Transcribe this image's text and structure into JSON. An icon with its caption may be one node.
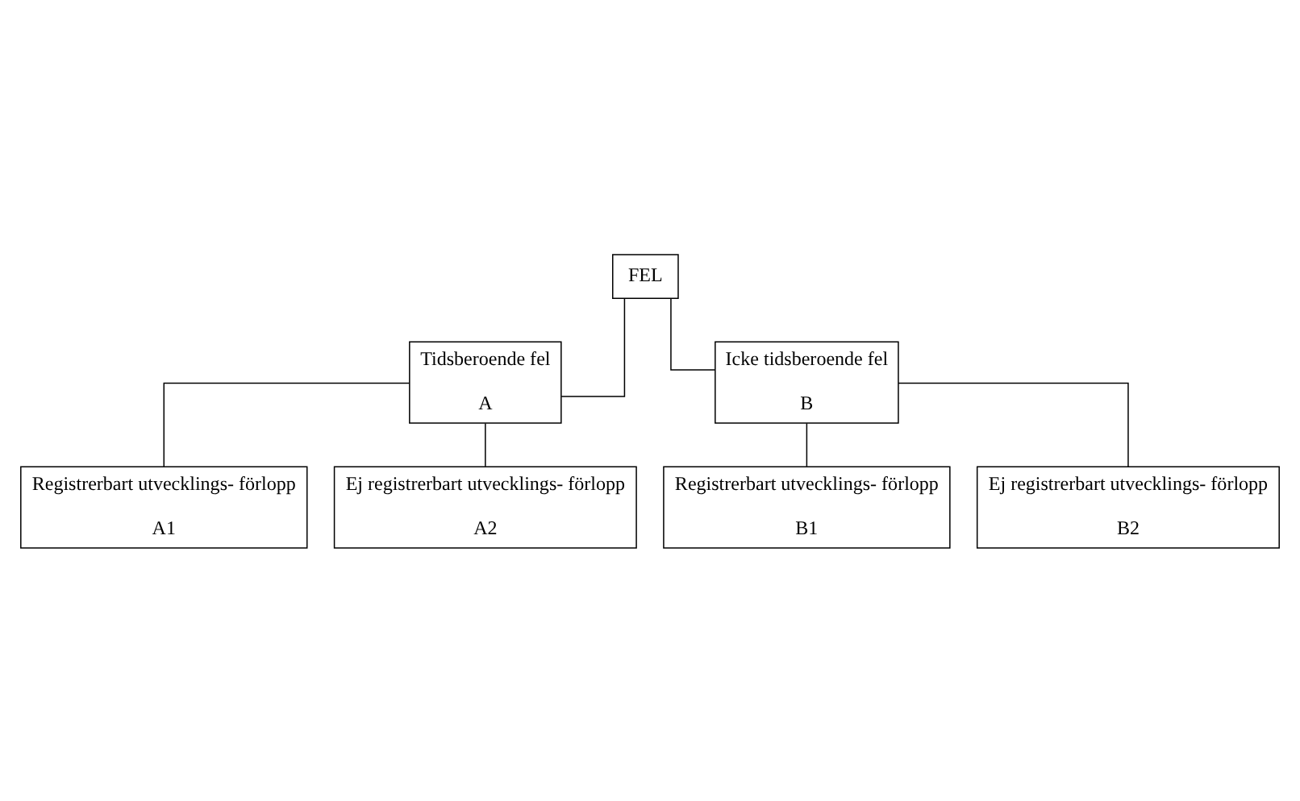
{
  "diagram": {
    "nodes": [
      {
        "text": [
          "FEL"
        ]
      },
      {
        "text": [
          "Tidsberoende fel",
          "A"
        ]
      },
      {
        "text": [
          "Icke tidsberoende fel",
          "B"
        ]
      },
      {
        "text": [
          "Registrerbart utvecklings- förlopp",
          "A1"
        ]
      },
      {
        "text": [
          "Ej registrerbart utvecklings- förlopp",
          "A2"
        ]
      },
      {
        "text": [
          "Registrerbart utvecklings- förlopp",
          "B1"
        ]
      },
      {
        "text": [
          "Ej registrerbart utvecklings- förlopp",
          "B2"
        ]
      }
    ],
    "edges": [
      {
        "from": 0,
        "to": 1,
        "arrow": "none"
      },
      {
        "from": 0,
        "to": 2,
        "arrow": "none"
      },
      {
        "from": 1,
        "to": 3,
        "arrow": "none"
      },
      {
        "from": 1,
        "to": 4,
        "arrow": "none"
      },
      {
        "from": 2,
        "to": 5,
        "arrow": "none"
      },
      {
        "from": 2,
        "to": 6,
        "arrow": "none"
      }
    ]
  }
}
